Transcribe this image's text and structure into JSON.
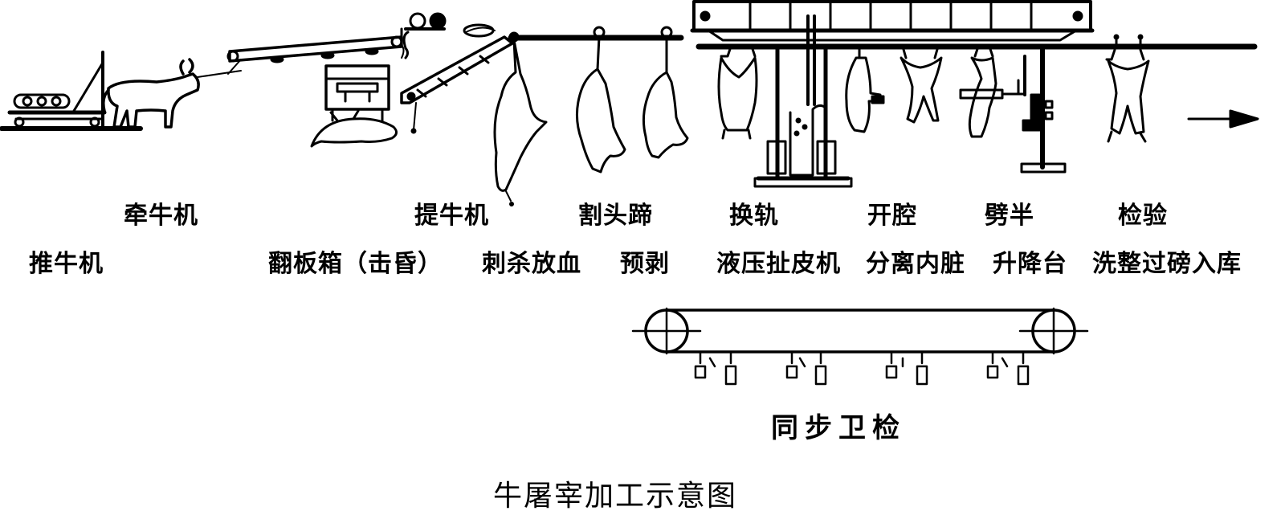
{
  "stations_top": [
    {
      "id": "qianniu",
      "label": "牵牛机"
    },
    {
      "id": "tiniu",
      "label": "提牛机"
    },
    {
      "id": "getoudi",
      "label": "割头蹄"
    },
    {
      "id": "huangui",
      "label": "换轨"
    },
    {
      "id": "kaiqiang",
      "label": "开腔"
    },
    {
      "id": "piban",
      "label": "劈半"
    },
    {
      "id": "jianyan",
      "label": "检验"
    }
  ],
  "stations_bottom": [
    {
      "id": "tuiniu",
      "label": "推牛机"
    },
    {
      "id": "fanban",
      "label": "翻板箱（击昏）"
    },
    {
      "id": "cisha",
      "label": "刺杀放血"
    },
    {
      "id": "yubo",
      "label": "预剥"
    },
    {
      "id": "yeya",
      "label": "液压扯皮机"
    },
    {
      "id": "fenli",
      "label": "分离内脏"
    },
    {
      "id": "shengjiang",
      "label": "升降台"
    },
    {
      "id": "xizheng",
      "label": "洗整过磅入库"
    }
  ],
  "sync_inspection": {
    "label": "同步卫检"
  },
  "caption": "牛屠宰加工示意图",
  "colors": {
    "ink": "#000000",
    "background": "#ffffff"
  },
  "icons": [
    "flow-arrow-icon",
    "cow-icon",
    "carcass-icon",
    "pulley-icon",
    "hook-icon"
  ]
}
